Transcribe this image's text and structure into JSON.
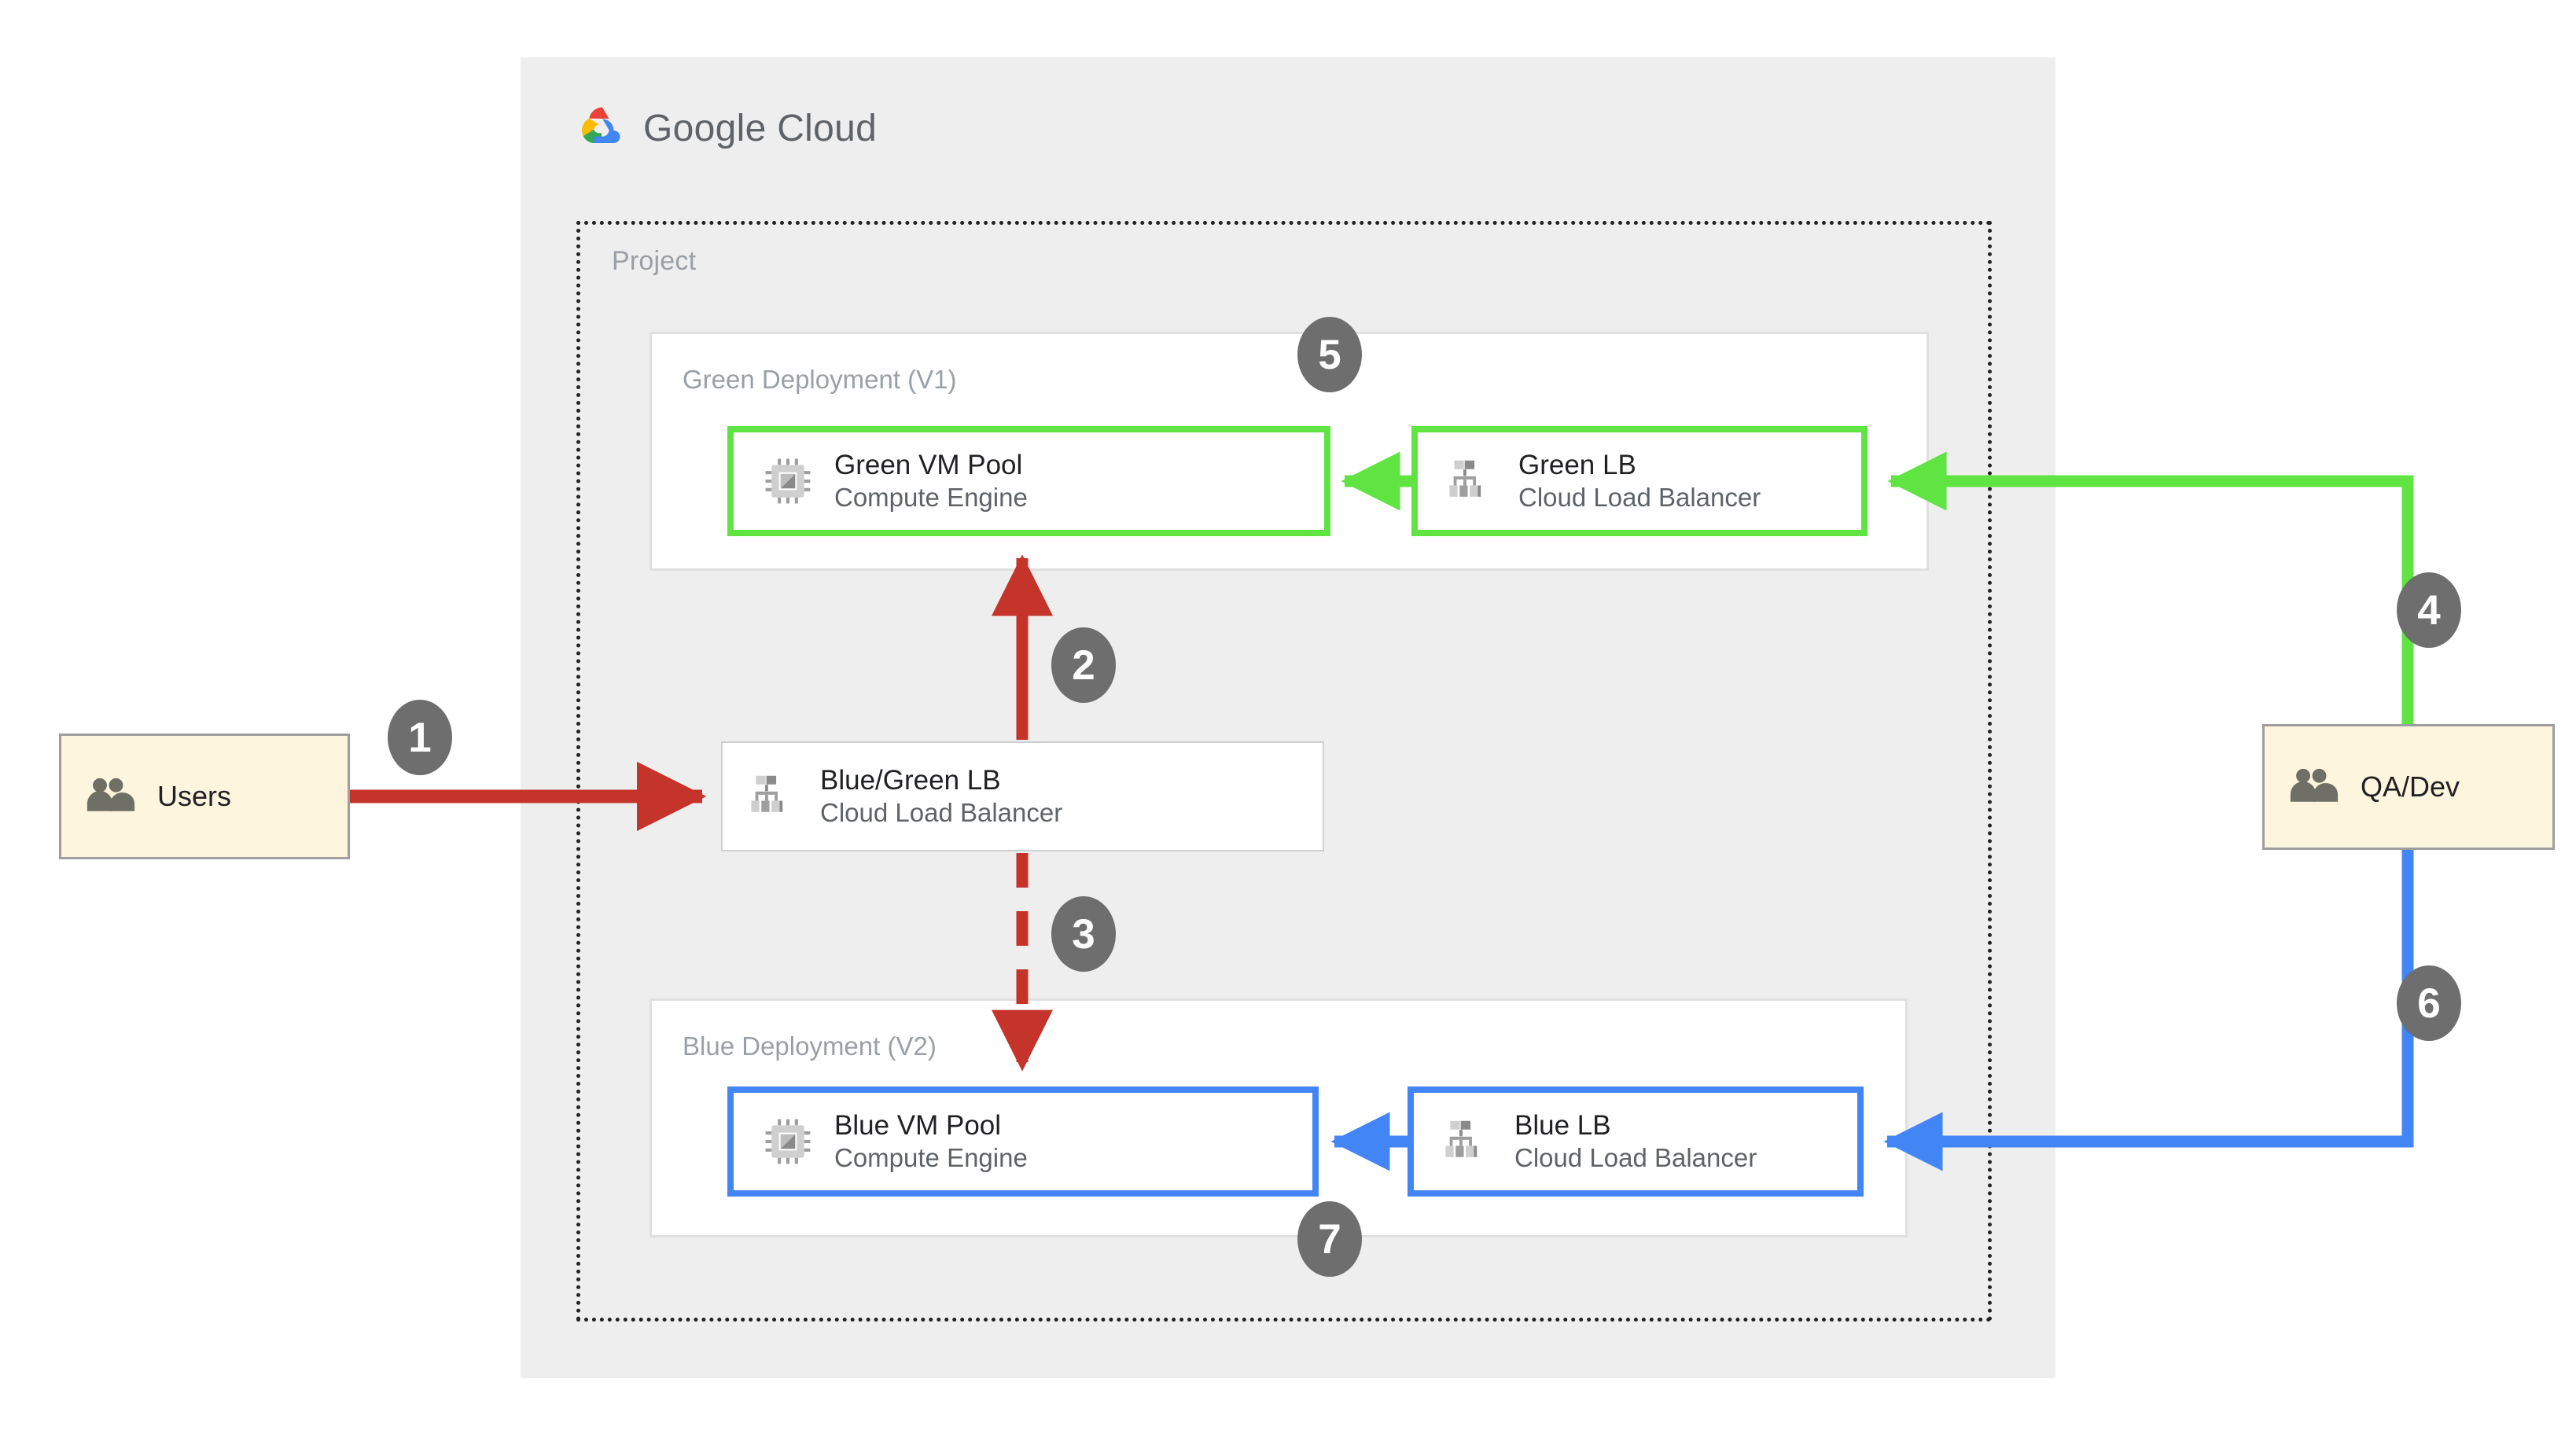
{
  "brand": {
    "name": "Google Cloud",
    "logo_icon": "google-cloud-logo-icon",
    "colors": {
      "red": "#EA4335",
      "yellow": "#FBBC04",
      "green": "#34A853",
      "blue": "#4285F4"
    }
  },
  "project": {
    "label": "Project"
  },
  "deployments": [
    {
      "id": "green",
      "label": "Green Deployment (V1)",
      "accent": "#5FE442"
    },
    {
      "id": "blue",
      "label": "Blue Deployment (V2)",
      "accent": "#4285F4"
    }
  ],
  "nodes": [
    {
      "id": "green-vm",
      "title": "Green VM Pool",
      "subtitle": "Compute Engine",
      "icon": "cpu-chip-icon",
      "accent": "#5FE442"
    },
    {
      "id": "green-lb",
      "title": "Green LB",
      "subtitle": "Cloud Load Balancer",
      "icon": "load-balancer-icon",
      "accent": "#5FE442"
    },
    {
      "id": "bg-lb",
      "title": "Blue/Green LB",
      "subtitle": "Cloud Load Balancer",
      "icon": "load-balancer-icon",
      "accent": "#cfcfcf"
    },
    {
      "id": "blue-vm",
      "title": "Blue VM Pool",
      "subtitle": "Compute Engine",
      "icon": "cpu-chip-icon",
      "accent": "#4285F4"
    },
    {
      "id": "blue-lb",
      "title": "Blue LB",
      "subtitle": "Cloud Load Balancer",
      "icon": "load-balancer-icon",
      "accent": "#4285F4"
    }
  ],
  "actors": [
    {
      "id": "users",
      "label": "Users",
      "icon": "people-icon",
      "fill": "#fdf5dd"
    },
    {
      "id": "qa-dev",
      "label": "QA/Dev",
      "icon": "people-icon",
      "fill": "#fdf5dd"
    }
  ],
  "steps": [
    {
      "n": "1",
      "flow": "users-to-bluegreen-lb",
      "color": "#C5342A",
      "style": "solid"
    },
    {
      "n": "2",
      "flow": "bluegreen-lb-to-green-vm",
      "color": "#C5342A",
      "style": "solid"
    },
    {
      "n": "3",
      "flow": "bluegreen-lb-to-blue-vm",
      "color": "#C5342A",
      "style": "dashed"
    },
    {
      "n": "4",
      "flow": "qa-dev-to-green-lb",
      "color": "#5FE442",
      "style": "solid"
    },
    {
      "n": "5",
      "flow": "green-lb-to-green-vm",
      "color": "#5FE442",
      "style": "solid"
    },
    {
      "n": "6",
      "flow": "qa-dev-to-blue-lb",
      "color": "#4285F4",
      "style": "solid"
    },
    {
      "n": "7",
      "flow": "blue-lb-to-blue-vm",
      "color": "#4285F4",
      "style": "solid"
    }
  ],
  "palette": {
    "canvas": "#ffffff",
    "cloud_panel": "#eeeeee",
    "panel_border": "#e0e0e0",
    "muted_text": "#9aa0a6",
    "badge": "#6e6e6e",
    "red": "#C5342A",
    "green": "#5FE442",
    "blue": "#4285F4"
  }
}
